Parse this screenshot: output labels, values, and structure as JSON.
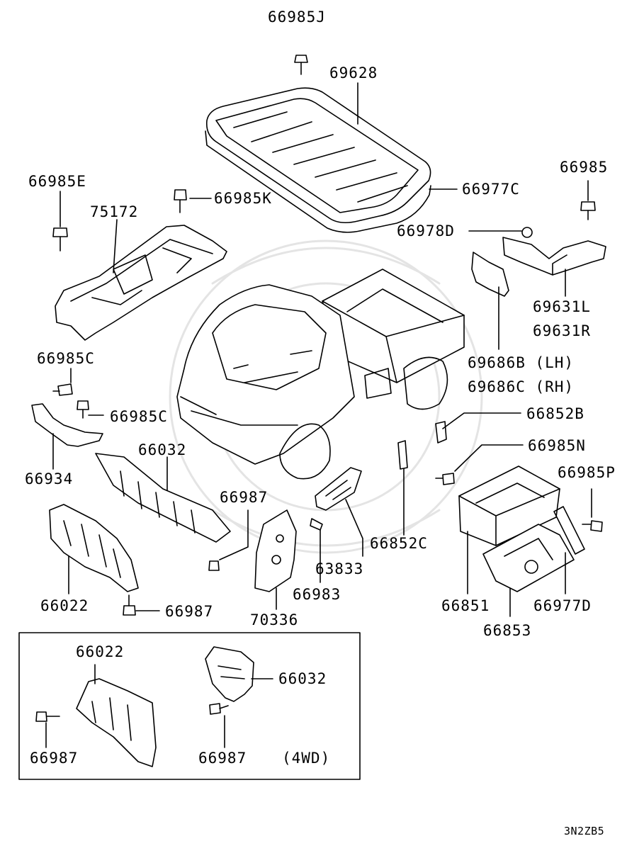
{
  "parts": [
    {
      "id": "p-66985J",
      "text": "66985J"
    },
    {
      "id": "p-69628",
      "text": "69628"
    },
    {
      "id": "p-66985E",
      "text": "66985E"
    },
    {
      "id": "p-66985K",
      "text": "66985K"
    },
    {
      "id": "p-66977C",
      "text": "66977C"
    },
    {
      "id": "p-75172",
      "text": "75172"
    },
    {
      "id": "p-66985",
      "text": "66985"
    },
    {
      "id": "p-66978D",
      "text": "66978D"
    },
    {
      "id": "p-69631L",
      "text": "69631L"
    },
    {
      "id": "p-69631R",
      "text": "69631R"
    },
    {
      "id": "p-66985C-a",
      "text": "66985C"
    },
    {
      "id": "p-69686B",
      "text": "69686B (LH)"
    },
    {
      "id": "p-69686C",
      "text": "69686C (RH)"
    },
    {
      "id": "p-66985C-b",
      "text": "66985C"
    },
    {
      "id": "p-66852B",
      "text": "66852B"
    },
    {
      "id": "p-66032-a",
      "text": "66032"
    },
    {
      "id": "p-66985N",
      "text": "66985N"
    },
    {
      "id": "p-66934",
      "text": "66934"
    },
    {
      "id": "p-66985P",
      "text": "66985P"
    },
    {
      "id": "p-66987-a",
      "text": "66987"
    },
    {
      "id": "p-66852C",
      "text": "66852C"
    },
    {
      "id": "p-63833",
      "text": "63833"
    },
    {
      "id": "p-66983",
      "text": "66983"
    },
    {
      "id": "p-66022-a",
      "text": "66022"
    },
    {
      "id": "p-66851",
      "text": "66851"
    },
    {
      "id": "p-66977D",
      "text": "66977D"
    },
    {
      "id": "p-66987-b",
      "text": "66987"
    },
    {
      "id": "p-70336",
      "text": "70336"
    },
    {
      "id": "p-66853",
      "text": "66853"
    },
    {
      "id": "p-66022-b",
      "text": "66022"
    },
    {
      "id": "p-66032-b",
      "text": "66032"
    },
    {
      "id": "p-66987-c",
      "text": "66987"
    },
    {
      "id": "p-66987-d",
      "text": "66987"
    },
    {
      "id": "p-4wd",
      "text": "(4WD)"
    }
  ],
  "diagram_code": "3N2ZB5"
}
